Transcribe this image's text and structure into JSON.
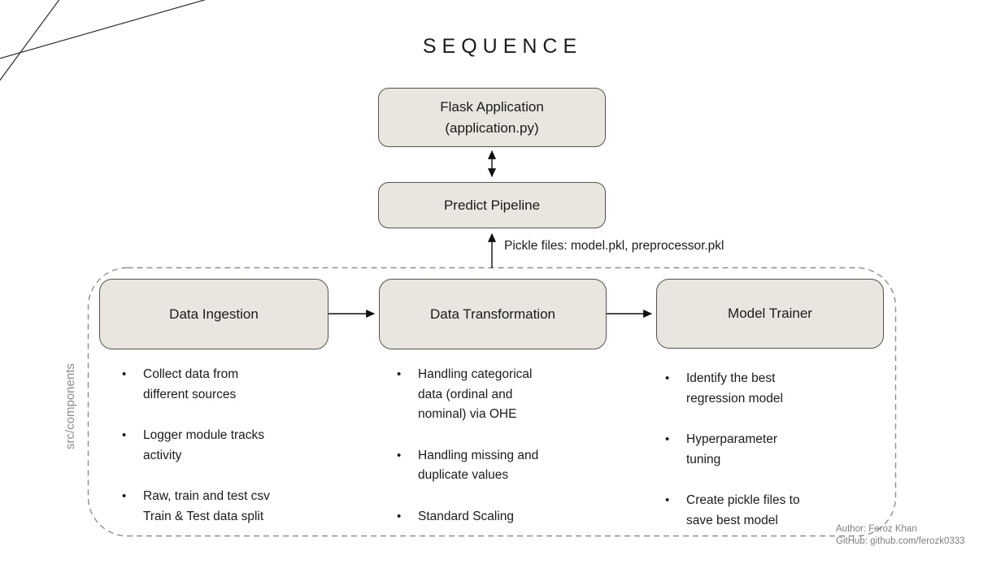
{
  "title": "SEQUENCE",
  "bullet": "•",
  "nodes": {
    "flask": {
      "label": "Flask Application\n(application.py)"
    },
    "predict": {
      "label": "Predict Pipeline"
    },
    "pickle_note": "Pickle files: model.pkl, preprocessor.pkl"
  },
  "container": {
    "label": "src/components",
    "components": [
      {
        "title": "Data Ingestion",
        "bullets": [
          "Collect data from\ndifferent sources",
          "Logger module tracks\nactivity",
          "Raw, train and test csv\nTrain & Test data split"
        ]
      },
      {
        "title": "Data Transformation",
        "bullets": [
          "Handling categorical\ndata (ordinal and\nnominal) via OHE",
          "Handling missing and\nduplicate values",
          "Standard Scaling"
        ]
      },
      {
        "title": "Model Trainer",
        "bullets": [
          "Identify the best\nregression model",
          "Hyperparameter\ntuning",
          "Create pickle files to\nsave best model"
        ]
      }
    ]
  },
  "footer": {
    "author": "Author: Feroz Khan",
    "github": "GitHub: github.com/ferozk0333"
  },
  "colors": {
    "box_fill": "#e9e5df",
    "box_border": "#56534d",
    "dashed_border": "#8f8f89",
    "text": "#1b1b1b",
    "muted_label": "#8b8b88",
    "footer_text": "#7d7d79"
  }
}
